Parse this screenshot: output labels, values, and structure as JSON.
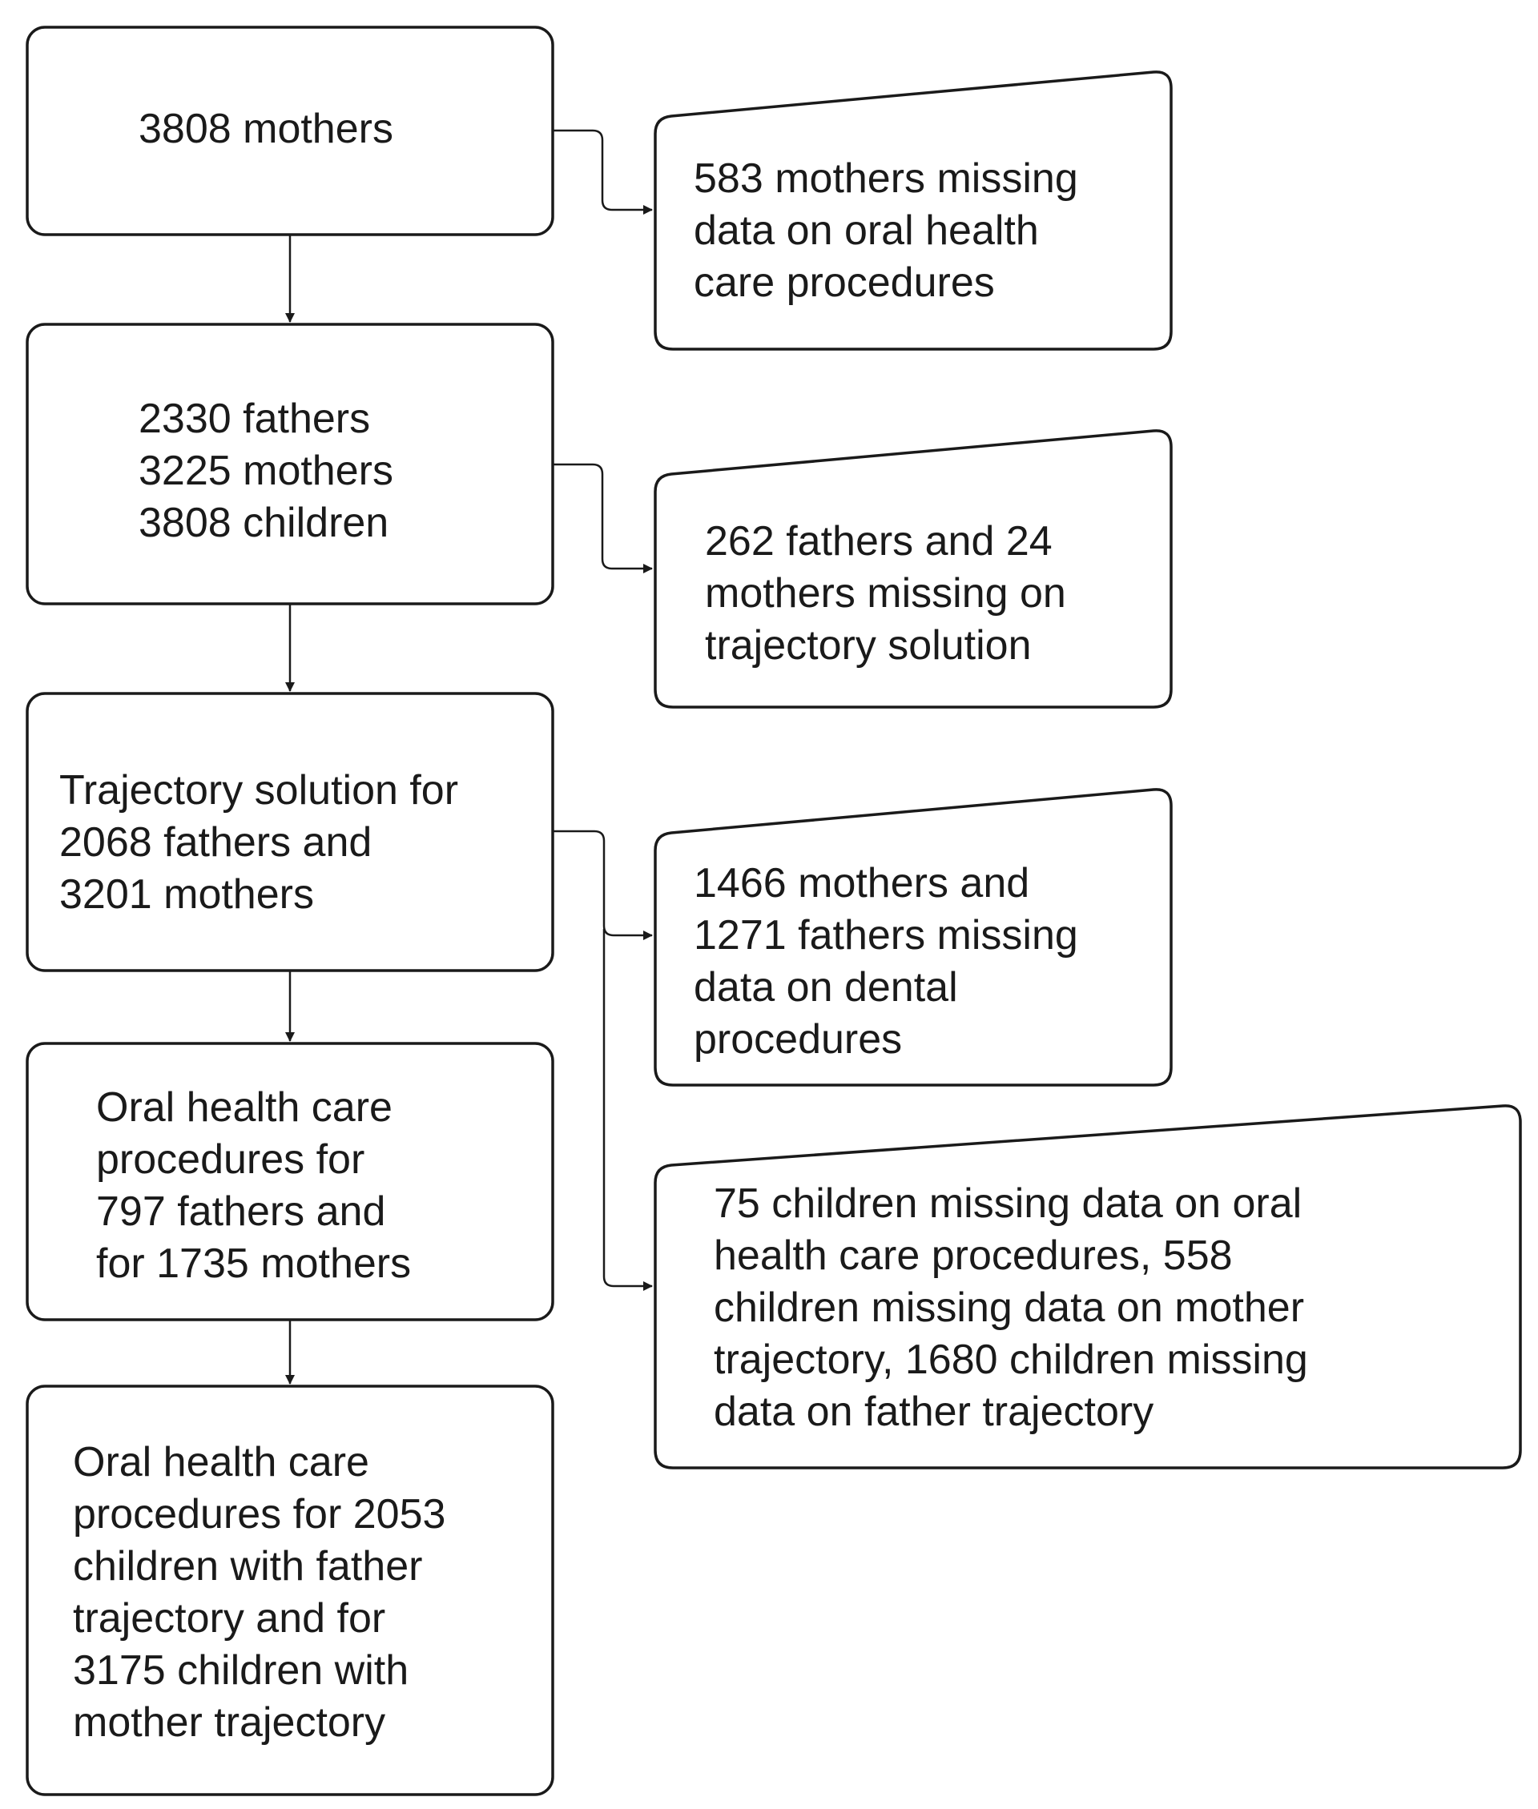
{
  "steps": [
    {
      "lines": [
        "3808 mothers"
      ]
    },
    {
      "lines": [
        "2330 fathers",
        "3225 mothers",
        "3808 children"
      ]
    },
    {
      "lines": [
        "Trajectory solution for",
        "2068 fathers and",
        "3201 mothers"
      ]
    },
    {
      "lines": [
        "Oral health care",
        "procedures for",
        "797 fathers and",
        "for 1735 mothers"
      ]
    },
    {
      "lines": [
        "Oral health care",
        "procedures for 2053",
        "children with father",
        "trajectory and for",
        "3175 children with",
        "mother trajectory"
      ]
    }
  ],
  "exclusions": [
    {
      "lines": [
        "583 mothers missing",
        "data on oral health",
        "care procedures"
      ]
    },
    {
      "lines": [
        "262 fathers and 24",
        "mothers missing on",
        "trajectory solution"
      ]
    },
    {
      "lines": [
        "1466 mothers and",
        "1271 fathers missing",
        "data on dental",
        "procedures"
      ]
    },
    {
      "lines": [
        "75 children missing data on oral",
        "health care procedures, 558",
        "children missing data on mother",
        "trajectory, 1680 children missing",
        "data on father trajectory"
      ]
    }
  ]
}
